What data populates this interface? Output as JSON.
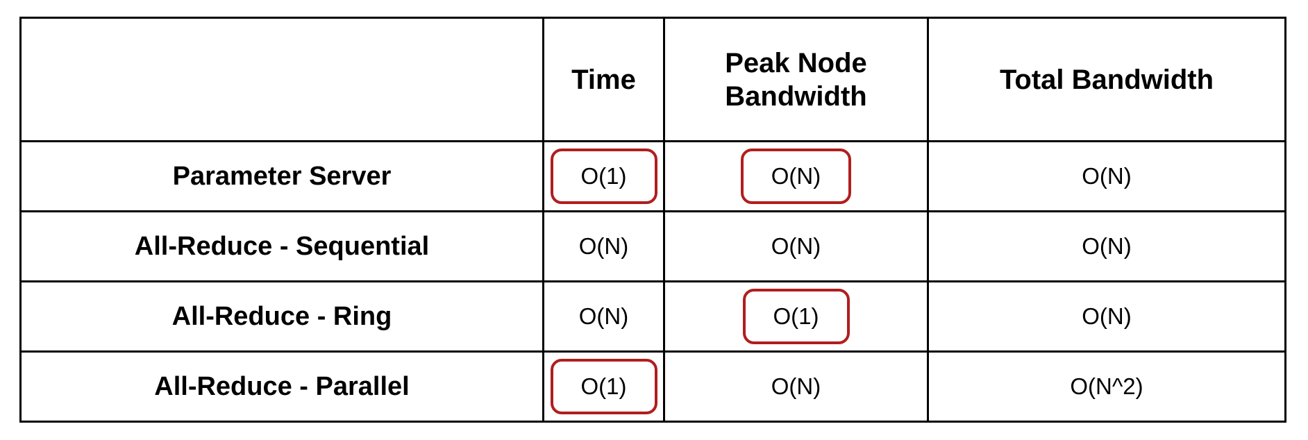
{
  "table": {
    "headers": [
      "",
      "Time",
      "Peak Node Bandwidth",
      "Total Bandwidth"
    ],
    "rows": [
      {
        "label": "Parameter Server",
        "cells": [
          "O(1)",
          "O(N)",
          "O(N)"
        ]
      },
      {
        "label": "All-Reduce - Sequential",
        "cells": [
          "O(N)",
          "O(N)",
          "O(N)"
        ]
      },
      {
        "label": "All-Reduce - Ring",
        "cells": [
          "O(N)",
          "O(1)",
          "O(N)"
        ]
      },
      {
        "label": "All-Reduce - Parallel",
        "cells": [
          "O(1)",
          "O(N)",
          "O(N^2)"
        ]
      }
    ]
  },
  "highlight_color": "#b01e1e"
}
